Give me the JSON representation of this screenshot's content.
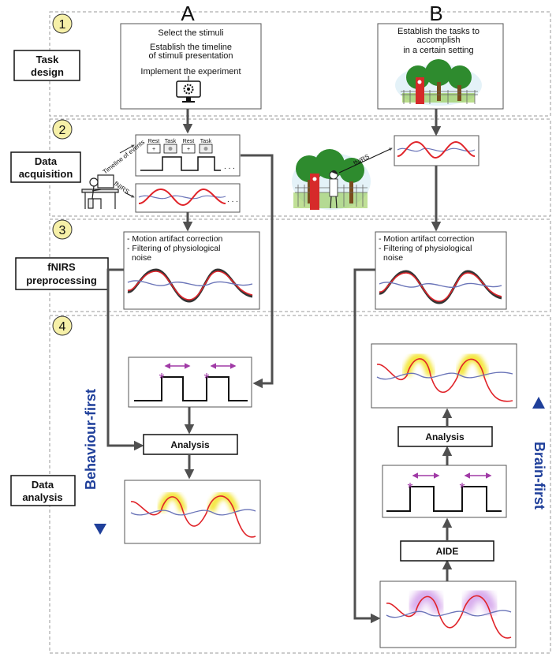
{
  "columns": {
    "a": "A",
    "b": "B"
  },
  "stages": [
    "1",
    "2",
    "3",
    "4"
  ],
  "left_labels": {
    "task_design": [
      "Task",
      "design"
    ],
    "data_acquisition": [
      "Data",
      "acquisition"
    ],
    "preprocessing": [
      "fNIRS",
      "preprocessing"
    ],
    "data_analysis": [
      "Data",
      "analysis"
    ]
  },
  "task_a": {
    "line1": "Select the stimuli",
    "line2": "Establish the timeline",
    "line3": "of stimuli presentation",
    "line4": "Implement the experiment"
  },
  "task_b": {
    "line1": "Establish the tasks to",
    "line2": "accomplish",
    "line3": "in a certain setting"
  },
  "acquisition": {
    "timeline_label": "Timeline of events",
    "fnirs_label_a": "fNIRS",
    "fnirs_label_b": "fNIRS",
    "events": [
      "Rest",
      "Task",
      "Rest",
      "Task"
    ],
    "ellipsis": ". . ."
  },
  "preprocessing_text": {
    "line1": "- Motion artifact correction",
    "line2": "- Filtering of physiological",
    "line3": "  noise"
  },
  "analysis": {
    "analysis_a": "Analysis",
    "analysis_b": "Analysis",
    "aide": "AIDE",
    "behaviour_first": "Behaviour-first",
    "brain_first": "Brain-first"
  },
  "colors": {
    "dashed_border": "#9a9a9a",
    "arrow": "#505050",
    "stage_circle": "#f6f0a8",
    "blue_label": "#1f3f9a",
    "red_signal": "#e0242a",
    "blue_signal": "#6a74b8",
    "highlight_yellow": "#f2e21a",
    "highlight_purple": "#c98de6",
    "marker": "#a03aa6"
  }
}
